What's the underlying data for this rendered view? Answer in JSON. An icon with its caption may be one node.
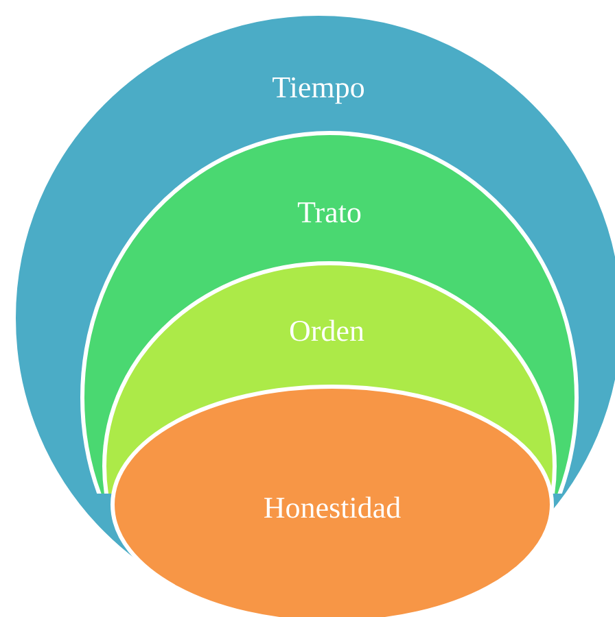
{
  "diagram": {
    "nodes": [
      {
        "text": [
          "Tiempo"
        ]
      },
      {
        "text": [
          "Trato"
        ],
        "in": 0
      },
      {
        "text": [
          "Orden"
        ],
        "in": 1
      },
      {
        "text": [
          "Honestidad"
        ],
        "in": 2
      }
    ]
  }
}
